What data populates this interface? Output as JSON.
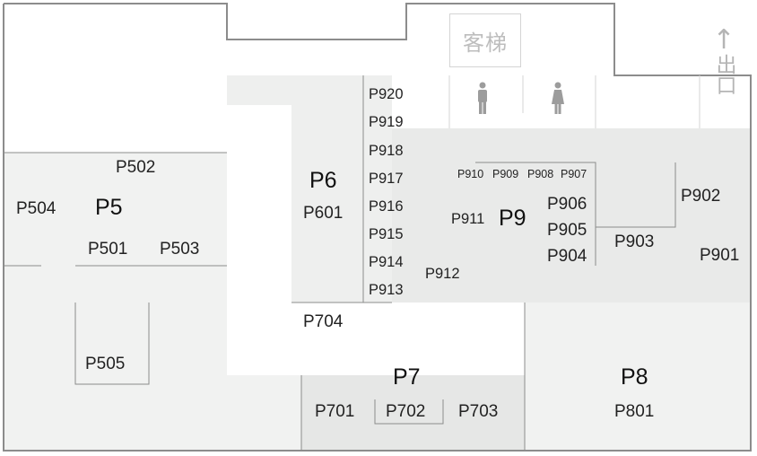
{
  "zones": {
    "p5": {
      "label": "P5",
      "rooms": {
        "p501": "P501",
        "p502": "P502",
        "p503": "P503",
        "p504": "P504",
        "p505": "P505"
      }
    },
    "p6": {
      "label": "P6",
      "rooms": {
        "p601": "P601"
      }
    },
    "p7": {
      "label": "P7",
      "rooms": {
        "p701": "P701",
        "p702": "P702",
        "p703": "P703",
        "p704": "P704"
      }
    },
    "p8": {
      "label": "P8",
      "rooms": {
        "p801": "P801"
      }
    },
    "p9": {
      "label": "P9",
      "rooms": {
        "p901": "P901",
        "p902": "P902",
        "p903": "P903",
        "p904": "P904",
        "p905": "P905",
        "p906": "P906",
        "p907": "P907",
        "p908": "P908",
        "p909": "P909",
        "p910": "P910",
        "p911": "P911",
        "p912": "P912",
        "p913": "P913",
        "p914": "P914",
        "p915": "P915",
        "p916": "P916",
        "p917": "P917",
        "p918": "P918",
        "p919": "P919",
        "p920": "P920"
      }
    }
  },
  "facilities": {
    "elevator": "客梯",
    "exit": "出口",
    "exit_arrow": "↑",
    "restroom_icons": [
      "male-restroom-icon",
      "female-restroom-icon"
    ]
  },
  "colors": {
    "zone_fill": "#f1f2f1",
    "p9_fill": "#e9eae9",
    "p7_fill": "#e6e7e6",
    "wall": "#8c8c8c",
    "muted_text": "#bdbdbd"
  }
}
